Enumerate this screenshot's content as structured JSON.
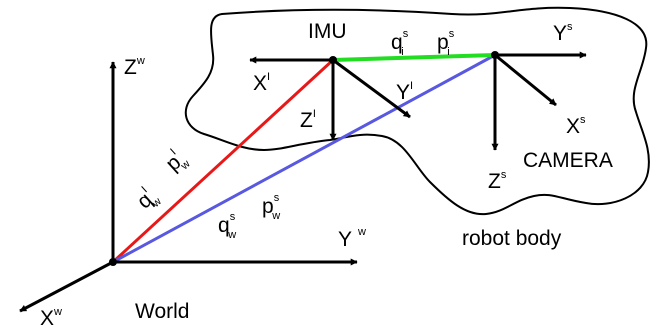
{
  "labels": {
    "imu": "IMU",
    "camera": "CAMERA",
    "robot_body": "robot body",
    "world": "World"
  },
  "world_axes": {
    "z": {
      "base": "Z",
      "sup": "w"
    },
    "y": {
      "base": "Y",
      "sup": "w"
    },
    "x": {
      "base": "X",
      "sup": "w"
    }
  },
  "imu_axes": {
    "x": {
      "base": "X",
      "sup": "I"
    },
    "y": {
      "base": "Y",
      "sup": "I"
    },
    "z": {
      "base": "Z",
      "sup": "I"
    }
  },
  "camera_axes": {
    "y": {
      "base": "Y",
      "sup": "s"
    },
    "x": {
      "base": "X",
      "sup": "s"
    },
    "z": {
      "base": "Z",
      "sup": "s"
    }
  },
  "transforms": {
    "imu_to_camera": {
      "q": {
        "base": "q",
        "sup": "s",
        "sub": "i"
      },
      "p": {
        "base": "p",
        "sup": "s",
        "sub": "i"
      }
    },
    "world_to_imu": {
      "q": {
        "base": "q",
        "sup": "I",
        "sub": "w"
      },
      "p": {
        "base": "p",
        "sup": "I",
        "sub": "w"
      }
    },
    "world_to_camera": {
      "q": {
        "base": "q",
        "sup": "s",
        "sub": "w"
      },
      "p": {
        "base": "p",
        "sup": "s",
        "sub": "w"
      }
    }
  },
  "colors": {
    "axes": "#000000",
    "world_to_imu": "#e81818",
    "world_to_camera": "#5858e0",
    "imu_to_camera": "#22dd22"
  }
}
